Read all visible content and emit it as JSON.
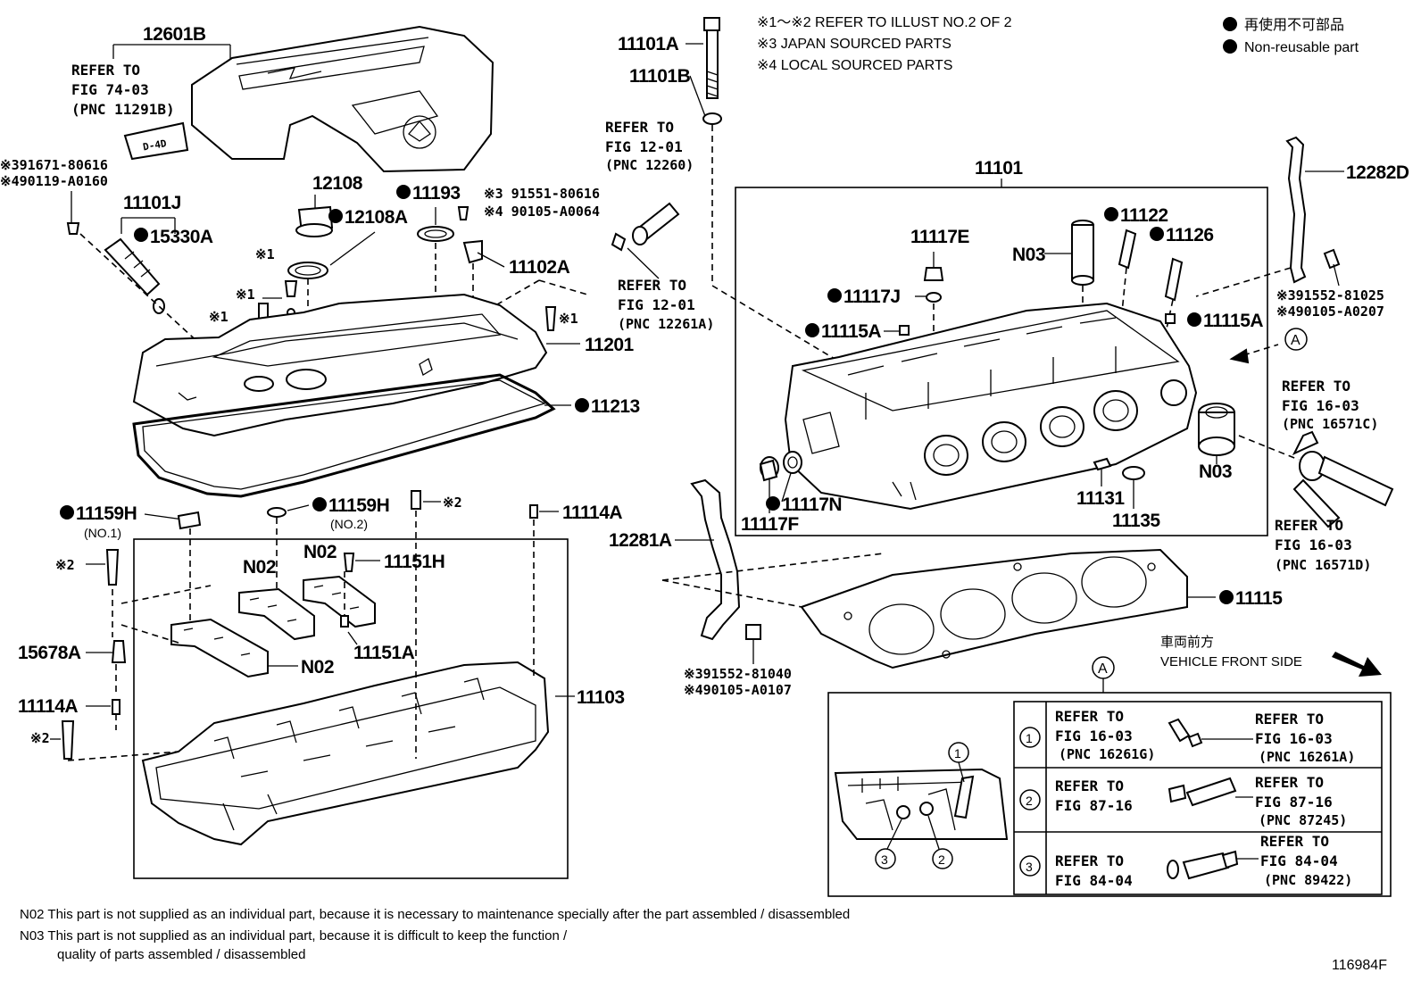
{
  "header_notes": {
    "note1": "※1〜※2  REFER TO ILLUST NO.2 OF 2",
    "note3": "※3 JAPAN SOURCED PARTS",
    "note4": "※4 LOCAL SOURCED PARTS"
  },
  "legend": {
    "jp": "再使用不可部品",
    "en": "Non-reusable part"
  },
  "labels": {
    "p12601B": "12601B",
    "ref_7403_a": "REFER TO",
    "ref_7403_b": "FIG 74-03",
    "ref_7403_c": "(PNC 11291B)",
    "p91671": "※391671-80616",
    "p90119": "※490119-A0160",
    "p11101J": "11101J",
    "p15330A": "15330A",
    "p12108": "12108",
    "p12108A": "12108A",
    "p11193": "11193",
    "p91551": "※3 91551-80616",
    "p90105_64": "※4 90105-A0064",
    "p11102A": "11102A",
    "k1a": "※1",
    "k1b": "※1",
    "k1c": "※1",
    "k1d": "※1",
    "p11201": "11201",
    "p11213": "11213",
    "p11101A": "11101A",
    "p11101B": "11101B",
    "ref_1201_a": "REFER TO",
    "ref_1201_b": "FIG 12-01",
    "ref_1201_c": "(PNC 12260)",
    "ref_1201b_a": "REFER TO",
    "ref_1201b_b": "FIG 12-01",
    "ref_1201b_c": "(PNC 12261A)",
    "p11101": "11101",
    "p11117E": "11117E",
    "p11122": "11122",
    "p11126": "11126",
    "n03a": "N03",
    "p11117J": "11117J",
    "p11115A_l": "11115A",
    "p11115A_r": "11115A",
    "p11117N": "11117N",
    "p11117F": "11117F",
    "p11131": "11131",
    "p11135": "11135",
    "n03b": "N03",
    "p12282D": "12282D",
    "p91552_25": "※391552-81025",
    "p90105_207": "※490105-A0207",
    "circA": "A",
    "ref_1603_a": "REFER TO",
    "ref_1603_b": "FIG 16-03",
    "ref_1603_c": "(PNC 16571C)",
    "ref_1603d_a": "REFER TO",
    "ref_1603d_b": "FIG 16-03",
    "ref_1603d_c": "(PNC 16571D)",
    "p11115": "11115",
    "front_jp": "車両前方",
    "front_en": "VEHICLE FRONT SIDE",
    "p12281A": "12281A",
    "p91552_40": "※391552-81040",
    "p90105_107": "※490105-A0107",
    "p11159H_1": "11159H",
    "no1": "(NO.1)",
    "p11159H_2": "11159H",
    "no2": "(NO.2)",
    "k2a": "※2",
    "p11114A_t": "11114A",
    "k2b": "※2",
    "n02a": "N02",
    "n02b": "N02",
    "p11151H": "11151H",
    "p15678A": "15678A",
    "n02c": "N02",
    "p11151A": "11151A",
    "p11103": "11103",
    "p11114A_l": "11114A",
    "k2c": "※2"
  },
  "detail": {
    "circle_label": "A",
    "rows": [
      {
        "num": "1",
        "left_a": "REFER TO",
        "left_b": "FIG 16-03",
        "left_c": "(PNC 16261G)",
        "right_a": "REFER TO",
        "right_b": "FIG 16-03",
        "right_c": "(PNC 16261A)"
      },
      {
        "num": "2",
        "left_a": "REFER TO",
        "left_b": "FIG 87-16",
        "left_c": "",
        "right_a": "REFER TO",
        "right_b": "FIG 87-16",
        "right_c": "(PNC 87245)"
      },
      {
        "num": "3",
        "left_a": "REFER TO",
        "left_b": "FIG 84-04",
        "left_c": "",
        "right_a": "REFER TO",
        "right_b": "FIG 84-04",
        "right_c": "(PNC 89422)"
      }
    ],
    "markers": [
      "1",
      "2",
      "3"
    ]
  },
  "footnotes": {
    "n02": "N02  This part is not supplied as an individual part, because it is necessary to maintenance specially after the part assembled / disassembled",
    "n03_a": "N03  This part is not supplied as an individual part, because it is difficult to keep the function /",
    "n03_b": "quality of parts  assembled / disassembled"
  },
  "figure_id": "116984F",
  "cover_badge": "D-4D"
}
